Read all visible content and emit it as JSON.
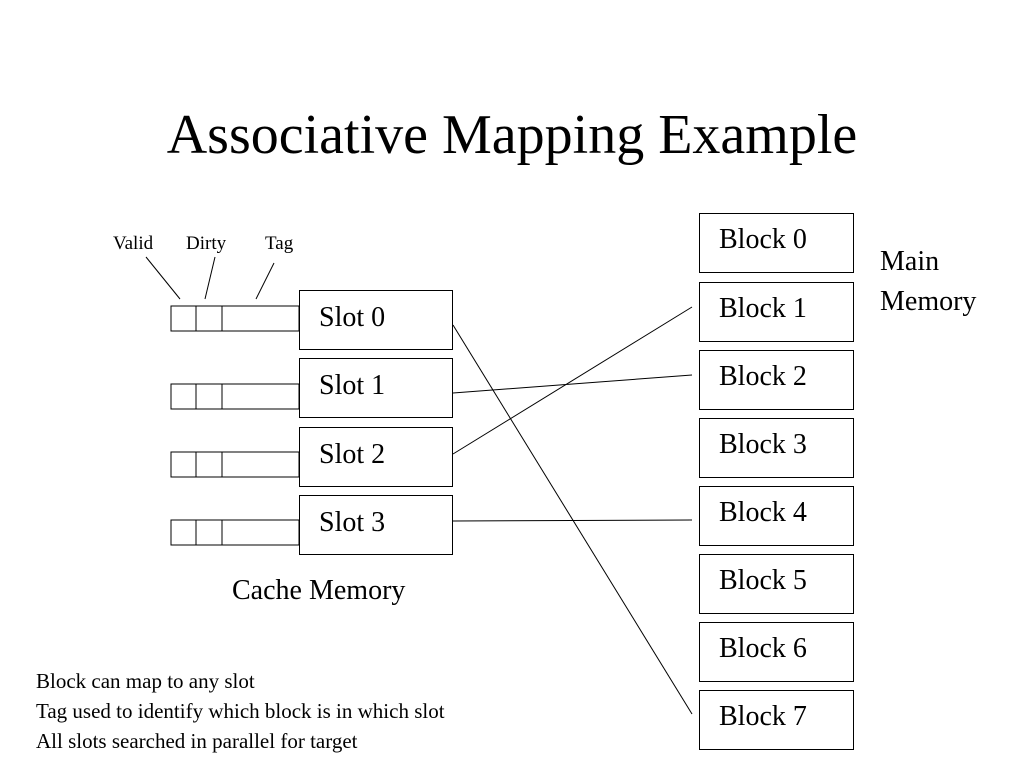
{
  "title": "Associative Mapping Example",
  "fields": {
    "valid": "Valid",
    "dirty": "Dirty",
    "tag": "Tag"
  },
  "slots": [
    "Slot 0",
    "Slot 1",
    "Slot 2",
    "Slot 3"
  ],
  "blocks": [
    "Block 0",
    "Block 1",
    "Block 2",
    "Block 3",
    "Block 4",
    "Block 5",
    "Block 6",
    "Block 7"
  ],
  "main_memory_label": [
    "Main",
    "Memory"
  ],
  "cache_memory_label": "Cache Memory",
  "mappings": [
    {
      "slot": 0,
      "block": 7
    },
    {
      "slot": 1,
      "block": 2
    },
    {
      "slot": 2,
      "block": 1
    },
    {
      "slot": 3,
      "block": 4
    }
  ],
  "notes": [
    "Block can map to any slot",
    "Tag used to identify which block is in which slot",
    "All slots searched in parallel for target"
  ]
}
